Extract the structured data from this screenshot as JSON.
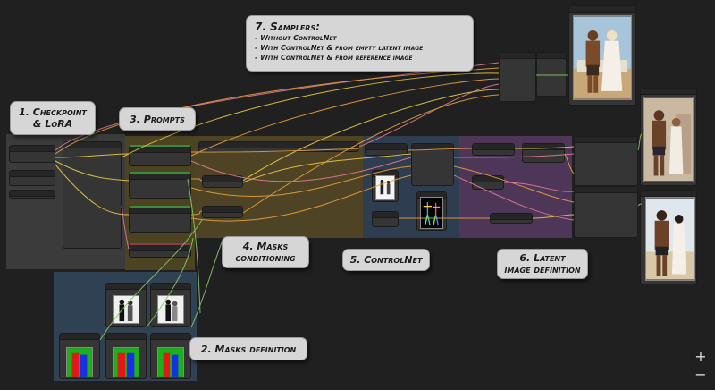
{
  "callouts": {
    "checkpoint": {
      "line1": "1. Checkpoint",
      "line2": "& LoRA"
    },
    "prompts": {
      "label": "3. Prompts"
    },
    "masks_definition": {
      "label": "2. Masks definition"
    },
    "masks_conditioning": {
      "line1": "4. Masks",
      "line2": "conditioning"
    },
    "controlnet": {
      "label": "5. ControlNet"
    },
    "latent": {
      "line1": "6. Latent",
      "line2": "image definition"
    },
    "samplers": {
      "title": "7. Samplers:",
      "items": [
        "- Without ControlNet",
        "- With ControlNet & from empty latent image",
        "- With ControlNet & from reference image"
      ]
    }
  },
  "zoom": {
    "in": "+",
    "out": "−"
  },
  "colors": {
    "canvas": "#202020",
    "group_gray": "#3a3a3a",
    "group_olive": "#4d4423",
    "group_slate": "#2c3c4f",
    "group_purple": "#4e3858",
    "group_blue": "#324253",
    "link_orange": "#e8a040",
    "link_pink": "#e07a96",
    "link_green": "#8ac66a",
    "link_yellow": "#e8c844"
  }
}
